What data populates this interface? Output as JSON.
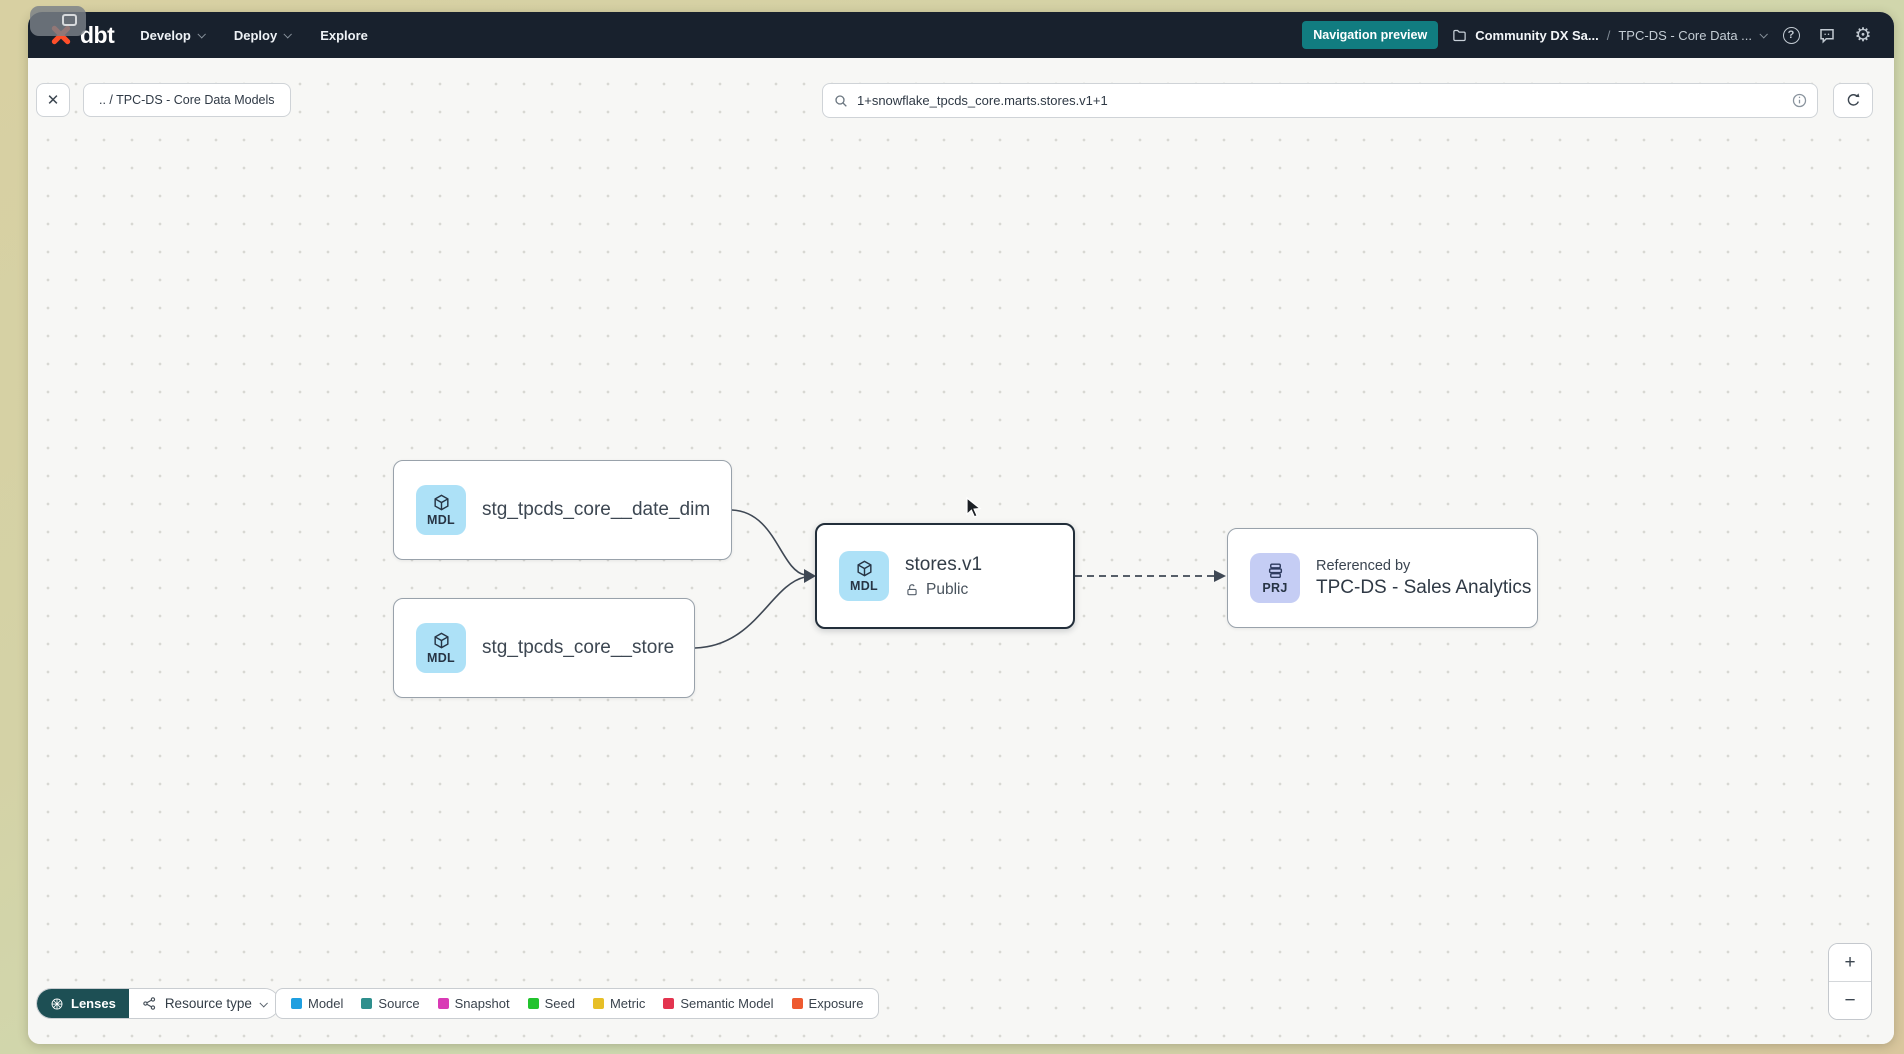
{
  "icons": {
    "close": "✕",
    "help": "?",
    "gear": "⚙",
    "zoom_in": "+",
    "zoom_out": "−"
  },
  "navbar": {
    "logo_text": "dbt",
    "menu_develop": "Develop",
    "menu_deploy": "Deploy",
    "menu_explore": "Explore",
    "preview_badge": "Navigation preview",
    "breadcrumb_project": "Community DX Sa...",
    "breadcrumb_separator": "/",
    "breadcrumb_section": "TPC-DS - Core Data ..."
  },
  "toolbar": {
    "breadcrumb_chip": ".. / TPC-DS - Core Data Models",
    "search_value": "1+snowflake_tpcds_core.marts.stores.v1+1"
  },
  "graph": {
    "nodes": [
      {
        "badge": "MDL",
        "label": "stg_tpcds_core__date_dim"
      },
      {
        "badge": "MDL",
        "label": "stg_tpcds_core__store"
      },
      {
        "badge": "MDL",
        "label": "stores.v1",
        "access": "Public"
      },
      {
        "badge": "PRJ",
        "kicker": "Referenced by",
        "label": "TPC-DS - Sales Analytics"
      }
    ]
  },
  "footer": {
    "lenses_label": "Lenses",
    "resource_type_label": "Resource type",
    "legend": [
      {
        "label": "Model",
        "color": "#1f9fe0"
      },
      {
        "label": "Source",
        "color": "#2e8f8d"
      },
      {
        "label": "Snapshot",
        "color": "#d93ab5"
      },
      {
        "label": "Seed",
        "color": "#22c32e"
      },
      {
        "label": "Metric",
        "color": "#e7bf27"
      },
      {
        "label": "Semantic Model",
        "color": "#e3344f"
      },
      {
        "label": "Exposure",
        "color": "#ee5a30"
      }
    ]
  },
  "colors": {
    "accent_teal": "#117c80",
    "lenses_bg": "#1d4f54",
    "model_badge_bg": "#ade1f7",
    "project_badge_bg": "#c5cdf4",
    "navbar_bg": "#18212d"
  }
}
